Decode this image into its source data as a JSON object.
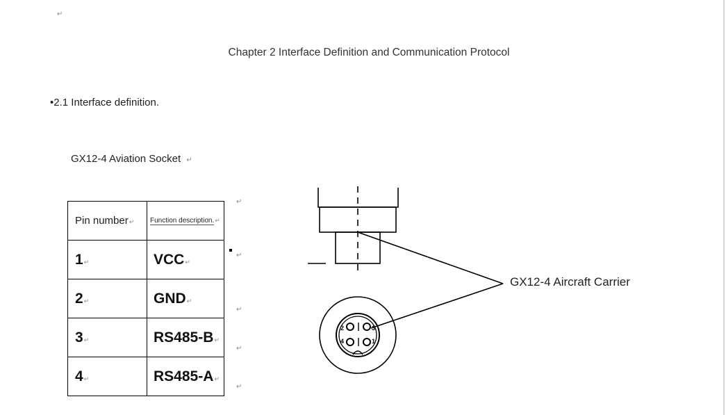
{
  "marks": {
    "return": "↵"
  },
  "chapter_title": "Chapter 2 Interface Definition and Communication Protocol",
  "section_title": "•2.1 Interface definition.",
  "socket_caption": "GX12-4 Aviation Socket",
  "table": {
    "header": {
      "pin": "Pin number",
      "function": "Function description."
    },
    "rows": [
      {
        "pin": "1",
        "function": "VCC"
      },
      {
        "pin": "2",
        "function": "GND"
      },
      {
        "pin": "3",
        "function": "RS485-B"
      },
      {
        "pin": "4",
        "function": "RS485-A"
      }
    ]
  },
  "diagram": {
    "callout_label": "GX12-4 Aircraft Carrier",
    "pin_labels": [
      "1",
      "2",
      "3",
      "4"
    ]
  }
}
